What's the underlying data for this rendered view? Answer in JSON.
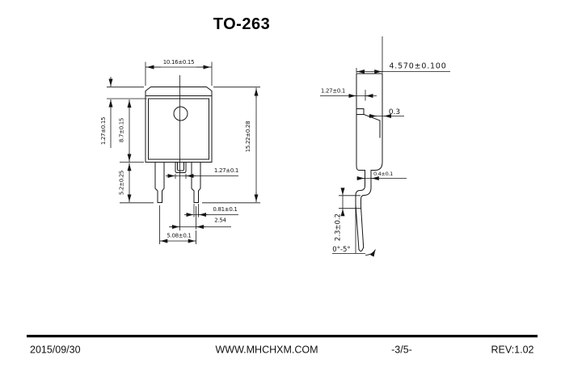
{
  "page": {
    "title": "TO-263"
  },
  "front": {
    "dim_width": "10.16±0.15",
    "dim_tab": "1.27±0.15",
    "dim_body": "8.7±0.15",
    "dim_lead": "5.2±0.25",
    "dim_overall": "15.22±0.28",
    "dim_center_lead": "1.27±0.1",
    "dim_tip": "0.81±0.1",
    "dim_pitch": "2.54",
    "dim_span": "5.08±0.1"
  },
  "side": {
    "dim_depth": "4.570±0.100",
    "dim_tab": "1.27±0.1",
    "dim_step": "0.3",
    "dim_lead": "0.4±0.1",
    "dim_standoff": "2.3±0.2",
    "dim_angle": "0°-5°"
  },
  "footer": {
    "date": "2015/09/30",
    "website": "WWW.MHCHXM.COM",
    "page_number": "-3/5-",
    "revision": "REV:1.02"
  }
}
